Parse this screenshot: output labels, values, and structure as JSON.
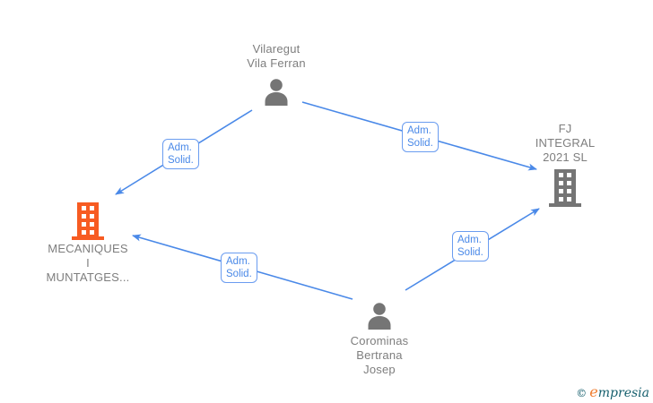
{
  "diagram": {
    "nodes": [
      {
        "id": "vilaregut",
        "type": "person",
        "icon": "person-icon",
        "lines": [
          "Vilaregut",
          "Vila Ferran"
        ]
      },
      {
        "id": "fj-integral",
        "type": "company",
        "icon": "building-icon",
        "lines": [
          "FJ",
          "INTEGRAL",
          "2021 SL"
        ]
      },
      {
        "id": "mecaniques",
        "type": "company",
        "icon": "building-icon",
        "lines": [
          "MECANIQUES",
          "I",
          "MUNTATGES..."
        ]
      },
      {
        "id": "corominas",
        "type": "person",
        "icon": "person-icon",
        "lines": [
          "Corominas",
          "Bertrana",
          "Josep"
        ]
      }
    ],
    "edges": [
      {
        "from": "vilaregut",
        "to": "mecaniques",
        "label": [
          "Adm.",
          "Solid."
        ]
      },
      {
        "from": "vilaregut",
        "to": "fj-integral",
        "label": [
          "Adm.",
          "Solid."
        ]
      },
      {
        "from": "corominas",
        "to": "mecaniques",
        "label": [
          "Adm.",
          "Solid."
        ]
      },
      {
        "from": "corominas",
        "to": "fj-integral",
        "label": [
          "Adm.",
          "Solid."
        ]
      }
    ]
  },
  "watermark": {
    "copyright": "©",
    "brand_first_letter": "e",
    "brand_rest": "mpresia"
  },
  "colors": {
    "edge_blue": "#4a89e8",
    "node_gray": "#7e7e7e",
    "icon_gray": "#757575",
    "highlight_orange": "#f75b22",
    "brand_teal": "#17606e",
    "brand_orange": "#ef7d2f"
  }
}
